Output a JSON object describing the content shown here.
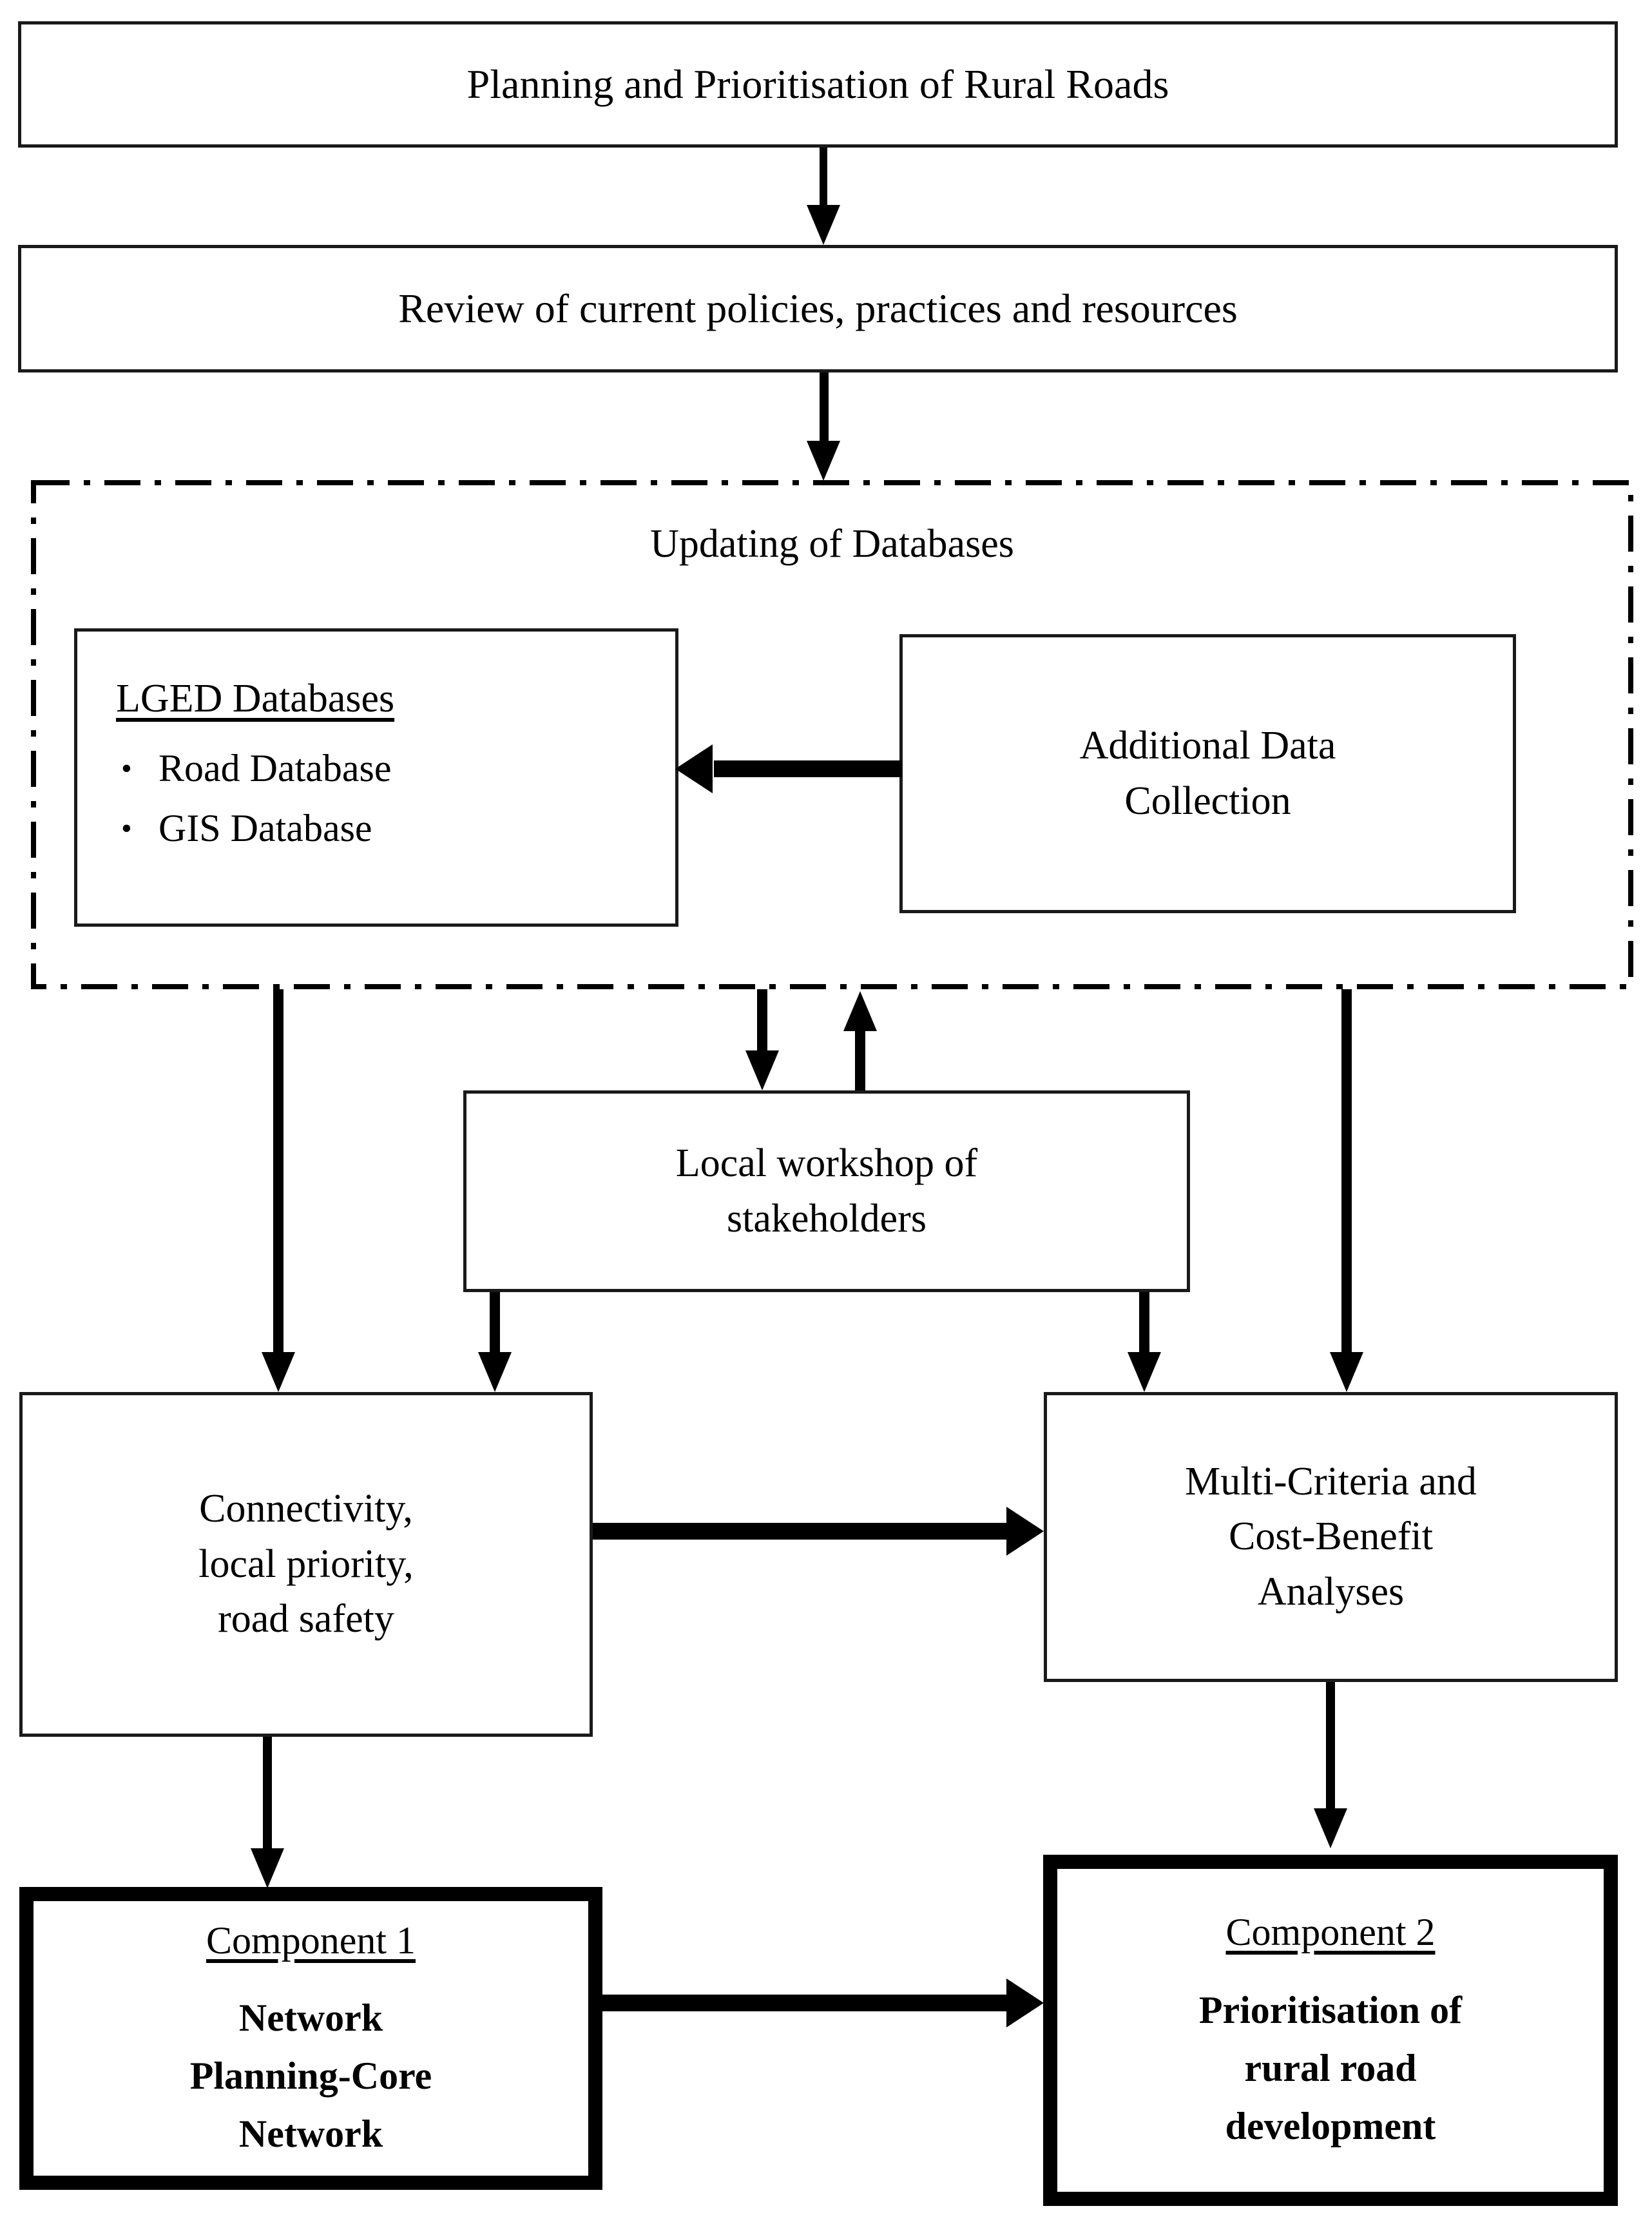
{
  "diagram": {
    "title": "Planning and Prioritisation of Rural Roads flowchart",
    "colors": {
      "line": "#000000",
      "box_border": "#1a1a1a",
      "background": "#ffffff"
    }
  },
  "nodes": {
    "planning": {
      "label": "Planning and Prioritisation of Rural Roads"
    },
    "review": {
      "label": "Review of current policies, practices and resources"
    },
    "updating_group": {
      "label": "Updating of Databases"
    },
    "lged": {
      "heading": "LGED Databases",
      "items": [
        {
          "bullet": "•",
          "label": "Road Database"
        },
        {
          "bullet": "•",
          "label": "GIS Database"
        }
      ]
    },
    "additional_data": {
      "label": "Additional Data\nCollection"
    },
    "workshop": {
      "label": "Local workshop of\nstakeholders"
    },
    "connectivity": {
      "label": "Connectivity,\nlocal priority,\nroad safety"
    },
    "analyses": {
      "label": "Multi-Criteria and\nCost-Benefit\nAnalyses"
    },
    "component1": {
      "heading": "Component 1",
      "body": "Network\nPlanning-Core\nNetwork"
    },
    "component2": {
      "heading": "Component 2",
      "body": "Prioritisation of\nrural road\ndevelopment"
    }
  },
  "edges": [
    {
      "from": "planning",
      "to": "review",
      "direction": "down"
    },
    {
      "from": "review",
      "to": "updating_group",
      "direction": "down"
    },
    {
      "from": "additional_data",
      "to": "lged",
      "direction": "left"
    },
    {
      "from": "updating_group",
      "to": "workshop",
      "direction": "down"
    },
    {
      "from": "workshop",
      "to": "updating_group",
      "direction": "up"
    },
    {
      "from": "updating_group",
      "to": "connectivity",
      "direction": "down"
    },
    {
      "from": "workshop",
      "to": "connectivity",
      "direction": "down"
    },
    {
      "from": "workshop",
      "to": "analyses",
      "direction": "down"
    },
    {
      "from": "updating_group",
      "to": "analyses",
      "direction": "down"
    },
    {
      "from": "connectivity",
      "to": "analyses",
      "direction": "right"
    },
    {
      "from": "connectivity",
      "to": "component1",
      "direction": "down"
    },
    {
      "from": "analyses",
      "to": "component2",
      "direction": "down"
    },
    {
      "from": "component1",
      "to": "component2",
      "direction": "right"
    }
  ]
}
